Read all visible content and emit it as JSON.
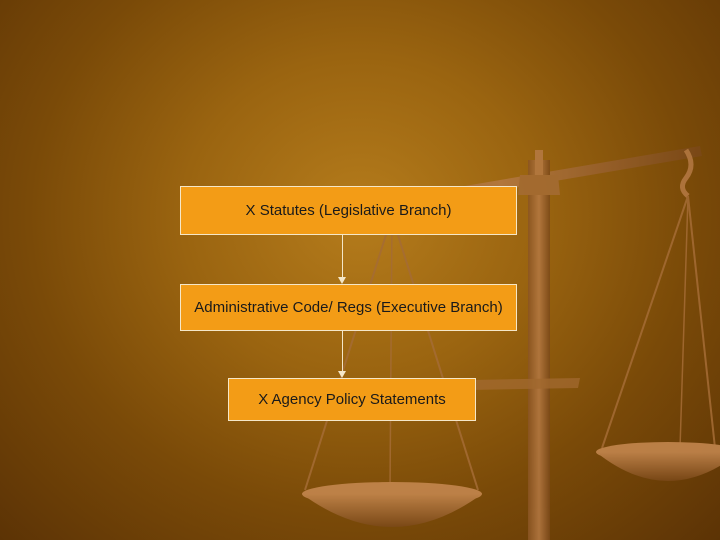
{
  "diagram": {
    "nodes": [
      {
        "id": "statutes",
        "label": "X  Statutes (Legislative Branch)"
      },
      {
        "id": "admin_code",
        "label": "Administrative Code/ Regs (Executive Branch)"
      },
      {
        "id": "policy",
        "label": "X  Agency Policy Statements"
      }
    ],
    "edges": [
      {
        "from": "statutes",
        "to": "admin_code"
      },
      {
        "from": "admin_code",
        "to": "policy"
      }
    ]
  },
  "colors": {
    "background": "#9a6410",
    "box_fill": "#f39c16",
    "box_border": "#f5e7c8",
    "scale_color": "#a0692c"
  }
}
